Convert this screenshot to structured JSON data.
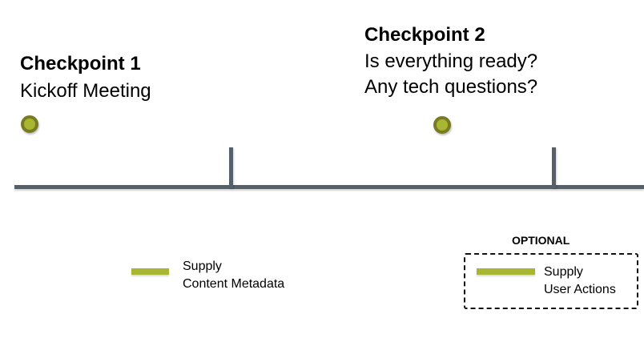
{
  "checkpoint_1": {
    "title": "Checkpoint 1",
    "line_1": "Kickoff Meeting"
  },
  "checkpoint_2": {
    "title": "Checkpoint 2",
    "line_1": "Is everything ready?",
    "line_2": "Any tech questions?"
  },
  "legend": {
    "item_1": {
      "line_1": "Supply",
      "line_2": "Content Metadata"
    },
    "optional": {
      "label": "OPTIONAL",
      "line_1": "Supply",
      "line_2": "User Actions"
    }
  },
  "colors": {
    "timeline": "#56606a",
    "marker_fill": "#a8b632",
    "marker_ring": "#787b22",
    "legend_swatch": "#a8b632"
  }
}
